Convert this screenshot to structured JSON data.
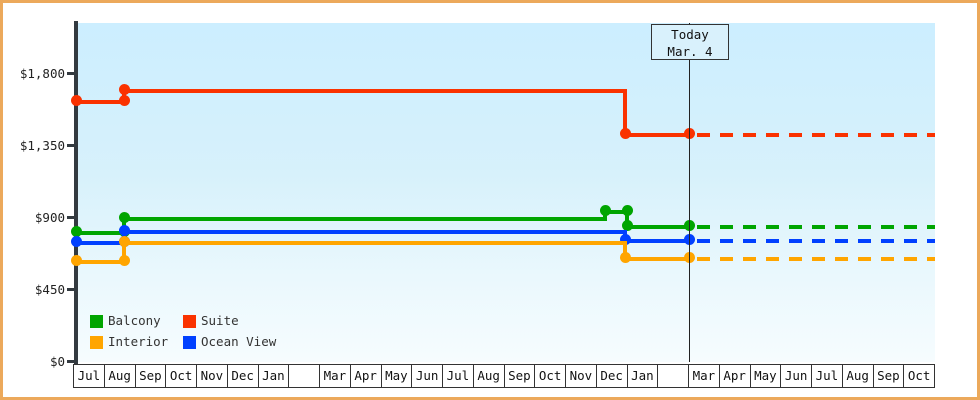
{
  "chart_data": {
    "type": "line",
    "title": "",
    "xlabel": "",
    "ylabel": "",
    "ylim": [
      0,
      1950
    ],
    "yticks": [
      0,
      450,
      900,
      1350,
      1800
    ],
    "ytick_labels": [
      "$0",
      "$450",
      "$900",
      "$1,350",
      "$1,800"
    ],
    "grid": false,
    "legend_position": "inside-bottom-left",
    "step_style": "step-post",
    "annotation": {
      "label": "Today",
      "date": "Mar. 4",
      "x_index": 20
    },
    "x_axis_cells": [
      {
        "label": "Jul"
      },
      {
        "label": "Aug"
      },
      {
        "label": "Sep"
      },
      {
        "label": "Oct"
      },
      {
        "label": "Nov"
      },
      {
        "label": "Dec"
      },
      {
        "label": "Jan"
      },
      {
        "label": ""
      },
      {
        "label": "Mar"
      },
      {
        "label": "Apr"
      },
      {
        "label": "May"
      },
      {
        "label": "Jun"
      },
      {
        "label": "Jul"
      },
      {
        "label": "Aug"
      },
      {
        "label": "Sep"
      },
      {
        "label": "Oct"
      },
      {
        "label": "Nov"
      },
      {
        "label": "Dec"
      },
      {
        "label": "Jan"
      },
      {
        "label": ""
      },
      {
        "label": "Mar"
      },
      {
        "label": "Apr"
      },
      {
        "label": "May"
      },
      {
        "label": "Jun"
      },
      {
        "label": "Jul"
      },
      {
        "label": "Aug"
      },
      {
        "label": "Sep"
      },
      {
        "label": "Oct"
      }
    ],
    "series": [
      {
        "name": "Balcony",
        "color": "#00a500",
        "values": [
          825,
          890,
          890,
          890,
          890,
          890,
          930,
          855,
          855,
          855,
          855
        ],
        "historical_end_index": 7,
        "forecast_value": 855
      },
      {
        "name": "Suite",
        "color": "#fa3200",
        "values": [
          1650,
          1725,
          1725,
          1725,
          1725,
          1725,
          1410,
          1410,
          1410,
          1410,
          1410
        ],
        "historical_end_index": 7,
        "forecast_value": 1410
      },
      {
        "name": "Interior",
        "color": "#ffa500",
        "values": [
          680,
          760,
          760,
          760,
          760,
          760,
          680,
          680,
          680,
          680,
          680
        ],
        "historical_end_index": 7,
        "forecast_value": 680
      },
      {
        "name": "Ocean View",
        "color": "#0040ff",
        "values": [
          760,
          825,
          825,
          825,
          825,
          825,
          790,
          790,
          790,
          790,
          790
        ],
        "historical_end_index": 7,
        "forecast_value": 790
      }
    ]
  },
  "legend": {
    "entries": [
      {
        "label": "Balcony",
        "color": "#00a500"
      },
      {
        "label": "Suite",
        "color": "#fa3200"
      },
      {
        "label": "Interior",
        "color": "#ffa500"
      },
      {
        "label": "Ocean View",
        "color": "#0040ff"
      }
    ]
  },
  "today_marker": {
    "line1": "Today",
    "line2": "Mar. 4"
  },
  "y_axis": {
    "labels": [
      "$1,800",
      "$1,350",
      "$900",
      "$450",
      "$0"
    ]
  }
}
